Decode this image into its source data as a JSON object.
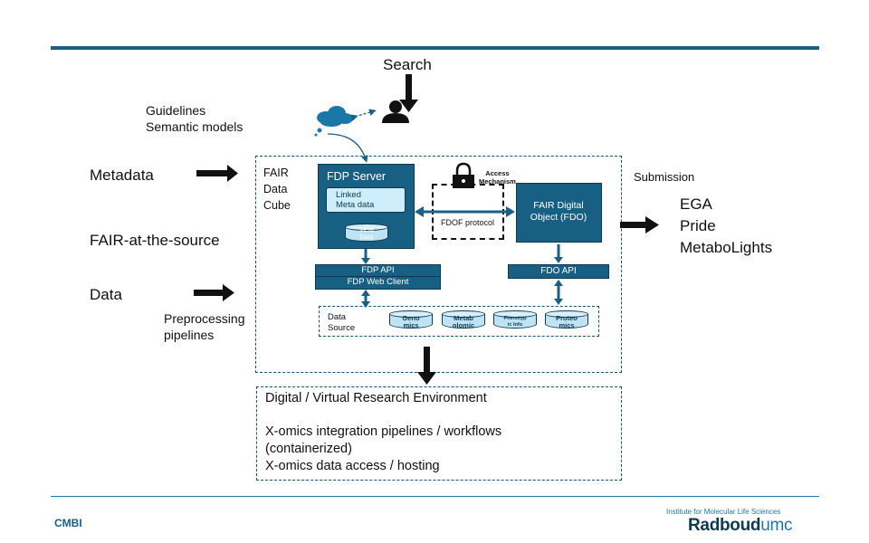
{
  "labels": {
    "search": "Search",
    "guidelines": "Guidelines",
    "semantic_models": "Semantic models",
    "metadata": "Metadata",
    "fair_at_source": "FAIR-at-the-source",
    "data": "Data",
    "preprocessing_1": "Preprocessing",
    "preprocessing_2": "pipelines",
    "fair_cube_1": "FAIR",
    "fair_cube_2": "Data",
    "fair_cube_3": "Cube",
    "submission": "Submission",
    "repo_ega": "EGA",
    "repo_pride": "Pride",
    "repo_metabolights": "MetaboLights"
  },
  "fdp": {
    "server": "FDP Server",
    "linked_1": "Linked",
    "linked_2": "Meta data",
    "meta_1": "Meta",
    "meta_2": "Data",
    "api": "FDP API",
    "web_client": "FDP Web Client"
  },
  "access": {
    "mech_1": "Access",
    "mech_2": "Mechanism",
    "protocol": "FDOF protocol"
  },
  "fdo": {
    "title_1": "FAIR Digital",
    "title_2": "Object (FDO)",
    "api": "FDO API"
  },
  "data_source": {
    "label_1": "Data",
    "label_2": "Source",
    "items": [
      {
        "l1": "Geno",
        "l2": "mics"
      },
      {
        "l1": "Metab",
        "l2": "olomic"
      },
      {
        "l1": "Phenotyp",
        "l2": "ic Info"
      },
      {
        "l1": "Proteo",
        "l2": "mics"
      }
    ]
  },
  "vre": {
    "title": "Digital / Virtual Research Environment",
    "line1": "X-omics integration pipelines / workflows",
    "line2": "(containerized)",
    "line3": "X-omics data access / hosting"
  },
  "footer": {
    "cmbi": "CMBI",
    "institute": "Institute for Molecular Life Sciences",
    "radboud": "Radboud",
    "umc": "umc"
  },
  "colors": {
    "accent": "#1a5f84",
    "box_fill": "#175f83",
    "light_box": "#cdeefa"
  }
}
